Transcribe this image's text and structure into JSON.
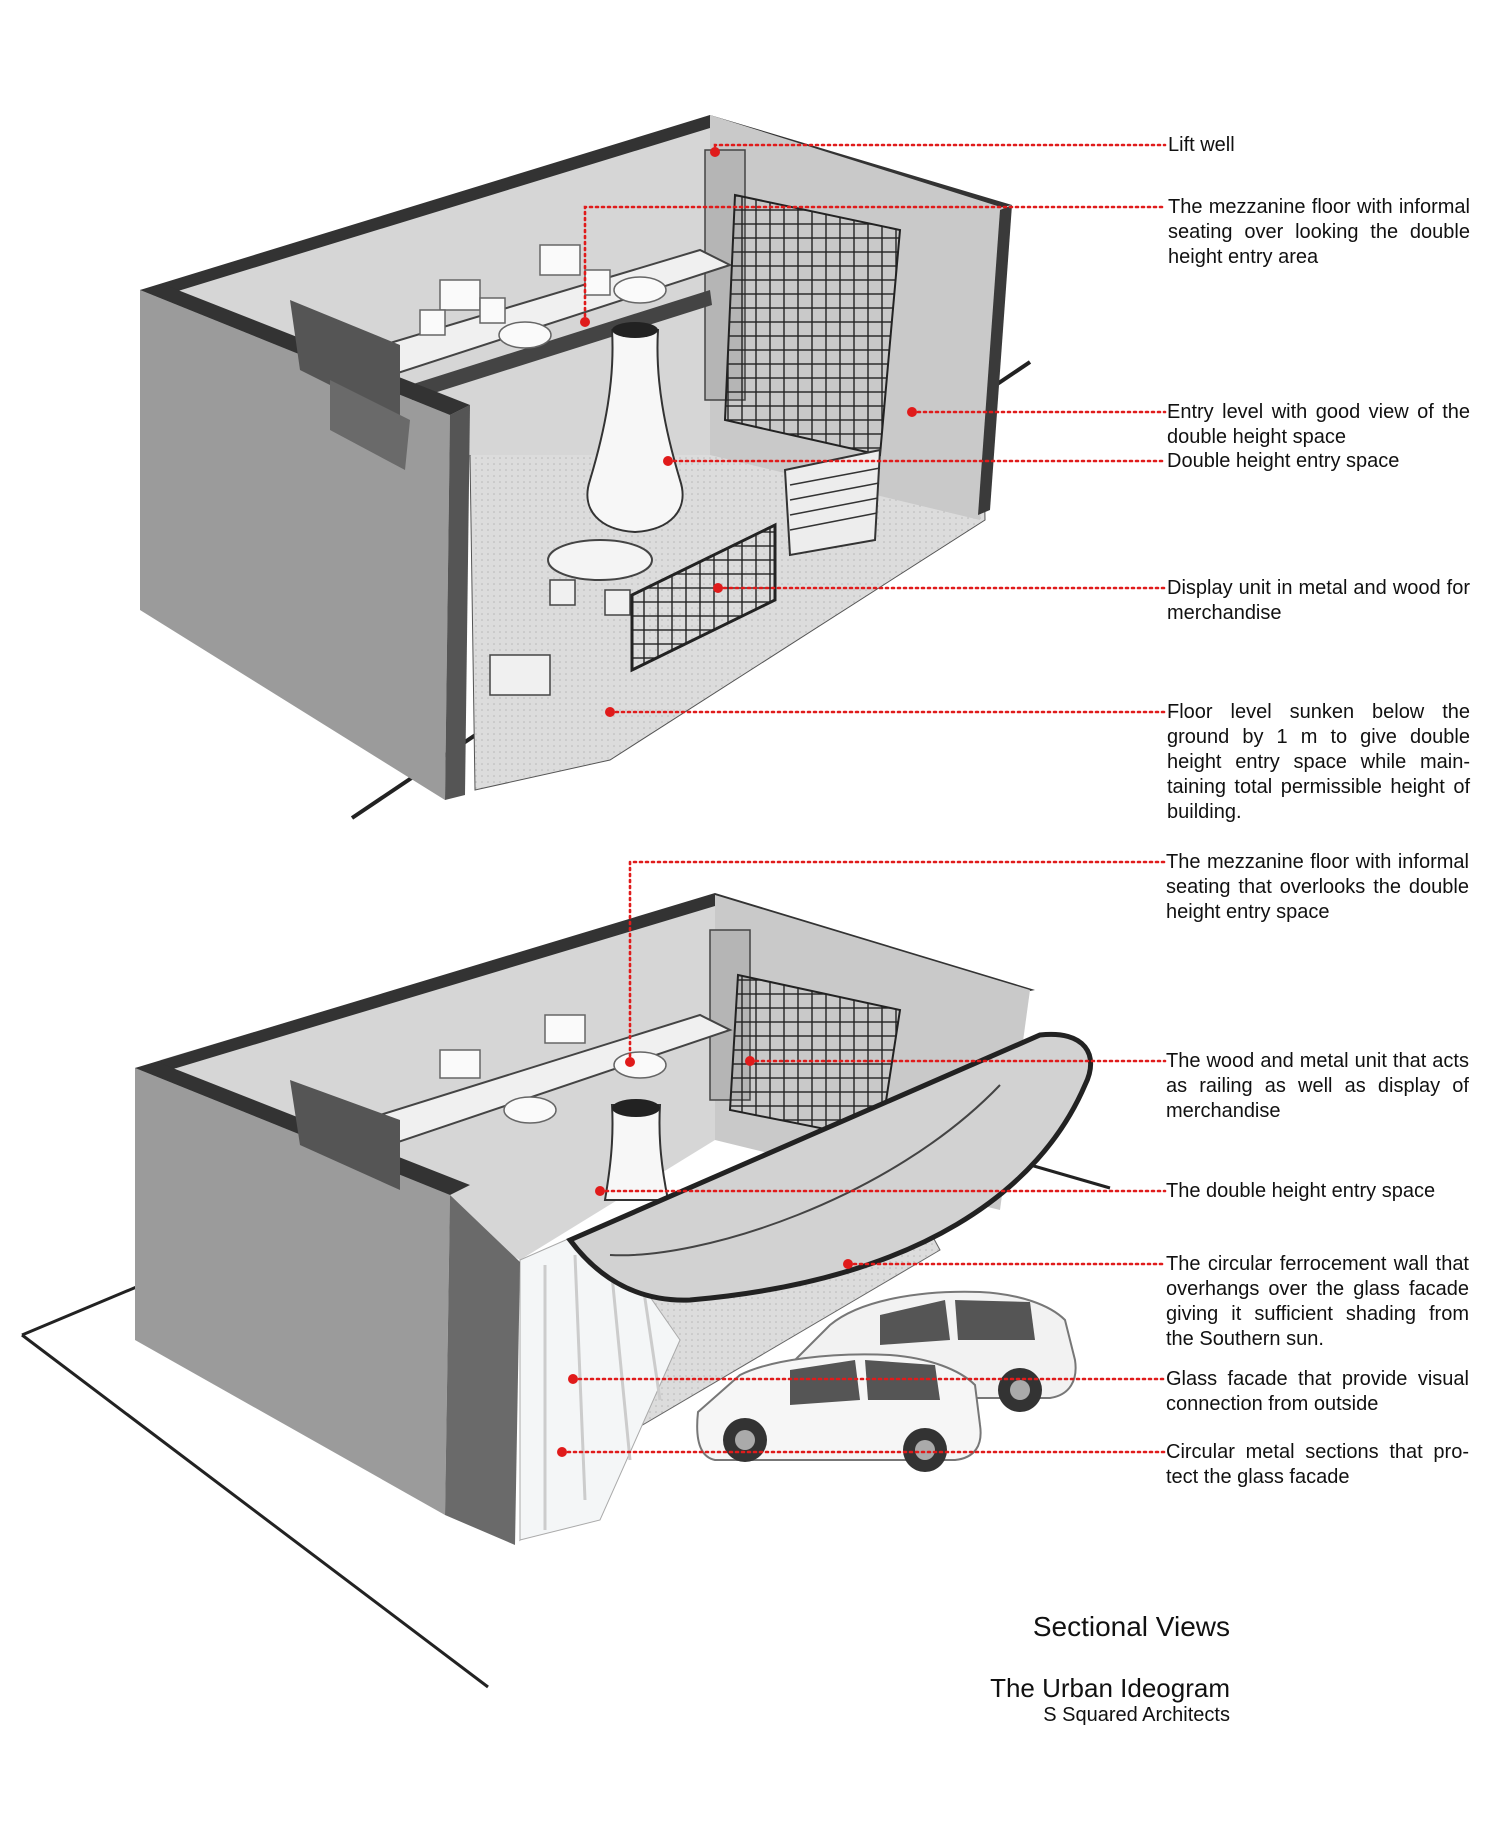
{
  "colors": {
    "leader": "#e01b1b",
    "wall": "#9a9a9a",
    "wall_dark": "#555555",
    "floor": "#d9d9d9",
    "ink": "#111111"
  },
  "top_section": {
    "labels": [
      {
        "id": "lift-well",
        "text": "Lift well"
      },
      {
        "id": "mezzanine",
        "text": "The mezzanine floor with infor­mal seating over looking the double height entry area"
      },
      {
        "id": "entry-view",
        "text": "Entry level with good view of the double height space"
      },
      {
        "id": "double-height",
        "text": "Double height entry space"
      },
      {
        "id": "display-unit",
        "text": "Display unit in metal and wood for merchandise"
      },
      {
        "id": "floor-sunken",
        "text": "Floor level sunken below the ground by 1 m to give double height entry space while main­taining total permissible height of building."
      }
    ]
  },
  "bottom_section": {
    "labels": [
      {
        "id": "mezzanine2",
        "text": "The mezzanine floor with infor­mal seating that overlooks the double height entry space"
      },
      {
        "id": "railing-unit",
        "text": "The wood and metal unit that acts as railing as well as display of merchandise"
      },
      {
        "id": "double-height2",
        "text": "The double height entry space"
      },
      {
        "id": "ferro-wall",
        "text": "The circular ferrocement wall that overhangs over the glass facade giving it sufficient shading from the Southern sun."
      },
      {
        "id": "glass-facade",
        "text": "Glass facade that provide visual connection from outside"
      },
      {
        "id": "metal-sections",
        "text": "Circular metal sections that pro­tect the glass facade"
      }
    ]
  },
  "titles": {
    "sectional_views": "Sectional Views",
    "project": "The Urban Ideogram",
    "architect": "S Squared Architects"
  }
}
